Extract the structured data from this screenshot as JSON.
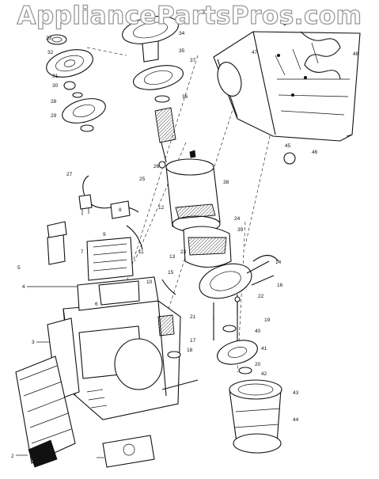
{
  "watermark": "AppliancePartsPros.com",
  "callouts": [
    "2",
    "3",
    "4",
    "5",
    "6",
    "7",
    "8",
    "9",
    "10",
    "11",
    "12",
    "13",
    "14",
    "15",
    "16",
    "17",
    "18",
    "19",
    "20",
    "21",
    "22",
    "23",
    "24",
    "25",
    "26",
    "27",
    "28",
    "29",
    "30",
    "31",
    "32",
    "33",
    "34",
    "35",
    "36",
    "37",
    "38",
    "39",
    "40",
    "41",
    "42",
    "43",
    "44",
    "45",
    "46",
    "47",
    "48"
  ]
}
